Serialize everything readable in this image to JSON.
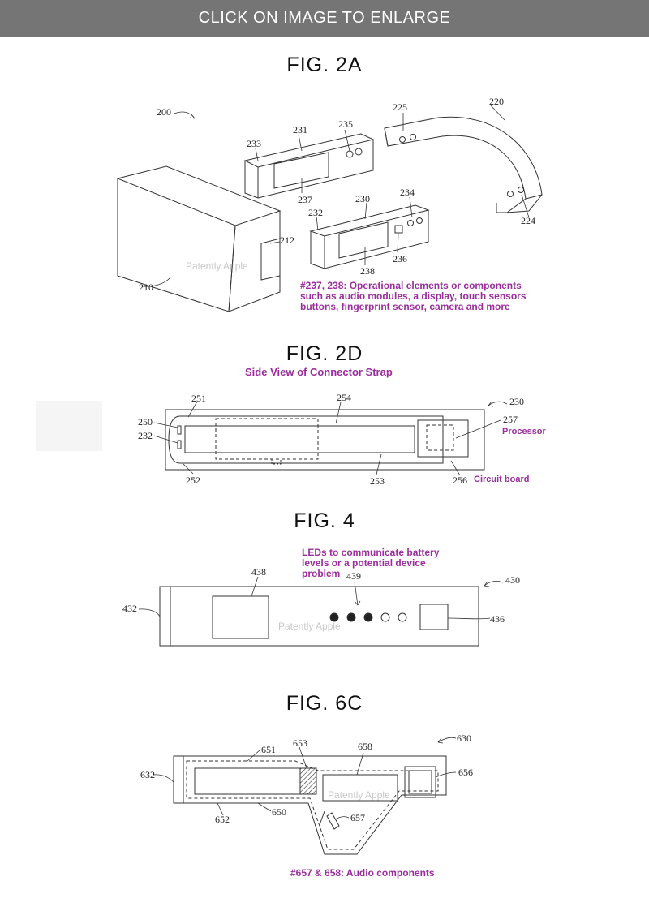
{
  "banner": {
    "label": "CLICK ON IMAGE TO ENLARGE"
  },
  "watermark": "Patently Apple",
  "colors": {
    "banner_bg": "#757575",
    "annotation": "#9b2d9e",
    "line": "#333333"
  },
  "fig2a": {
    "title": "FIG. 2A",
    "refs": {
      "r200": "200",
      "r210": "210",
      "r212": "212",
      "r220": "220",
      "r224": "224",
      "r225": "225",
      "r230": "230",
      "r231": "231",
      "r232": "232",
      "r233": "233",
      "r234": "234",
      "r235": "235",
      "r236": "236",
      "r237": "237",
      "r238": "238"
    },
    "annotation": [
      "#237, 238: Operational elements or components",
      "such as audio modules, a display, touch sensors",
      "buttons, fingerprint sensor, camera and more"
    ]
  },
  "fig2d": {
    "title": "FIG. 2D",
    "subtitle": "Side View of Connector Strap",
    "refs": {
      "r230": "230",
      "r232": "232",
      "r250": "250",
      "r251": "251",
      "r252": "252",
      "r253": "253",
      "r254": "254",
      "r256": "256",
      "r257": "257"
    },
    "processor_label": "Processor",
    "circuit_label": "Circuit board"
  },
  "fig4": {
    "title": "FIG. 4",
    "annotation": [
      "LEDs to communicate battery",
      "levels or a potential device",
      "problem"
    ],
    "refs": {
      "r430": "430",
      "r432": "432",
      "r436": "436",
      "r438": "438",
      "r439": "439"
    }
  },
  "fig6c": {
    "title": "FIG. 6C",
    "refs": {
      "r630": "630",
      "r632": "632",
      "r650": "650",
      "r651": "651",
      "r652": "652",
      "r653": "653",
      "r656": "656",
      "r657": "657",
      "r658": "658"
    },
    "annotation": "#657 & 658: Audio components"
  }
}
